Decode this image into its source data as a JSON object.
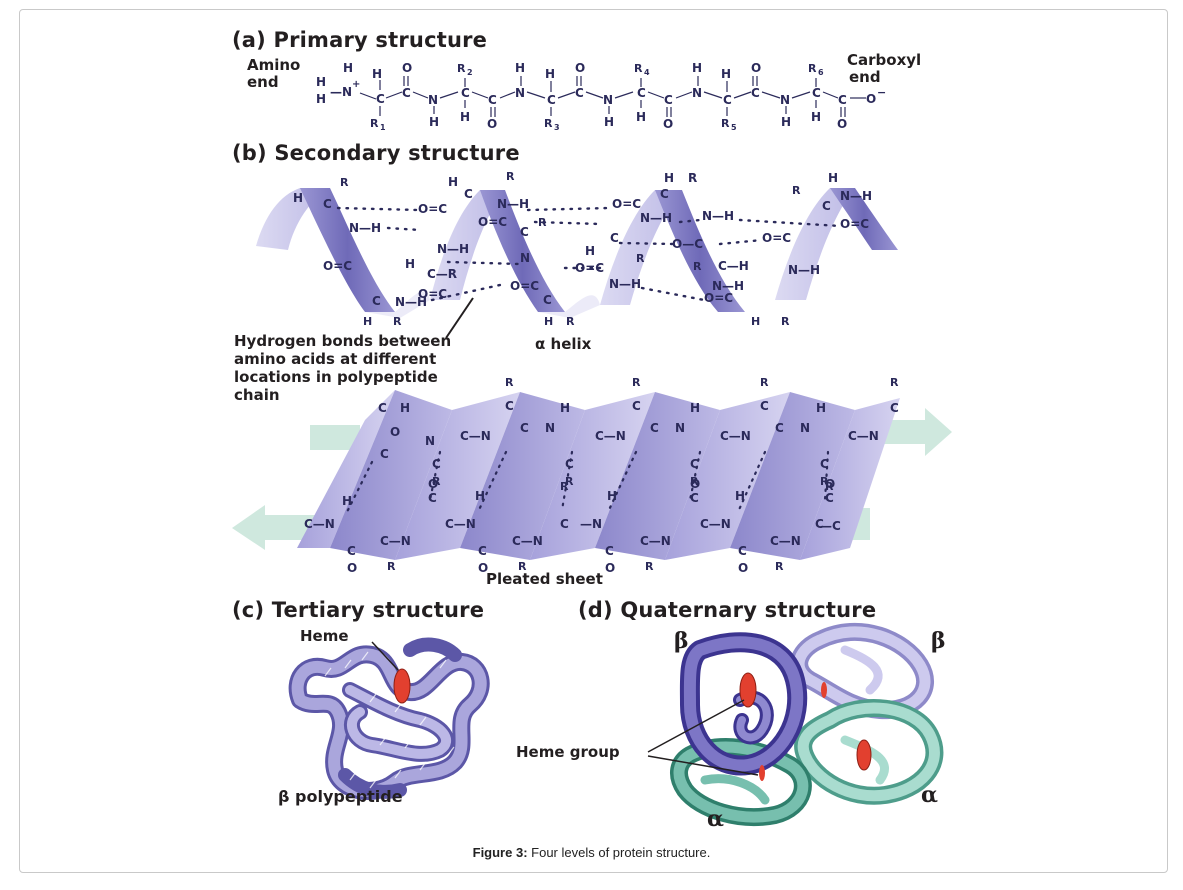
{
  "figure": {
    "caption_label": "Figure 3:",
    "caption_text": "Four levels of protein structure."
  },
  "panels": {
    "a": {
      "heading": "(a) Primary structure",
      "amino_end_line1": "Amino",
      "amino_end_line2": "end",
      "carboxyl_end_line1": "Carboxyl",
      "carboxyl_end_line2": "end",
      "side_chains": [
        "R1",
        "R2",
        "R3",
        "R4",
        "R5",
        "R6"
      ]
    },
    "b": {
      "heading": "(b) Secondary structure",
      "hbond_label_lines": [
        "Hydrogen bonds between",
        "amino acids at different",
        "locations in polypeptide",
        "chain"
      ],
      "helix_label": "α helix",
      "sheet_label": "Pleated sheet"
    },
    "c": {
      "heading": "(c) Tertiary structure",
      "heme_label": "Heme",
      "chain_label": "β polypeptide"
    },
    "d": {
      "heading": "(d) Quaternary structure",
      "heme_group_label": "Heme group",
      "subunits": [
        "β",
        "β",
        "α",
        "α"
      ]
    }
  },
  "colors": {
    "helix_dark": "#7d79c2",
    "helix_light": "#c9c7ea",
    "sheet": "#b7b3e2",
    "arrow": "#cfe8de",
    "heme": "#e2402f",
    "alpha_subunit": "#6fb8a6",
    "beta_subunit_dark": "#5f57b0",
    "beta_subunit_light": "#b9b6e0"
  }
}
